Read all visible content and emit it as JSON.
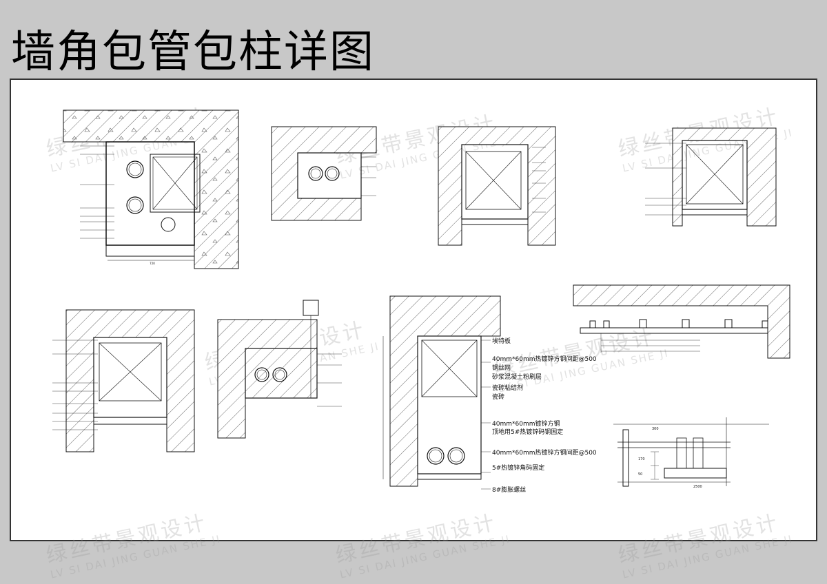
{
  "title": "墙角包管包柱详图",
  "watermark": {
    "cn": "绿丝带景观设计",
    "en": "LV SI DAI JING GUAN SHE JI"
  },
  "colors": {
    "page_bg": "#c8c8c8",
    "sheet_bg": "#ffffff",
    "line": "#111111"
  },
  "annotations": {
    "d5": [
      "埃特板",
      "40mm*60mm热镀锌方钢间距@500",
      "钢丝网",
      "砂浆混凝土粉刷层",
      "瓷砖粘结剂",
      "瓷砖",
      "40mm*60mm镀锌方钢",
      "顶地用5#热镀锌码钢固定",
      "40mm*60mm热镀锌方钢间距@500",
      "5#热镀锌角码固定",
      "8#膨胀螺丝"
    ],
    "d9_dims": [
      "300",
      "170",
      "50",
      "2500"
    ]
  }
}
